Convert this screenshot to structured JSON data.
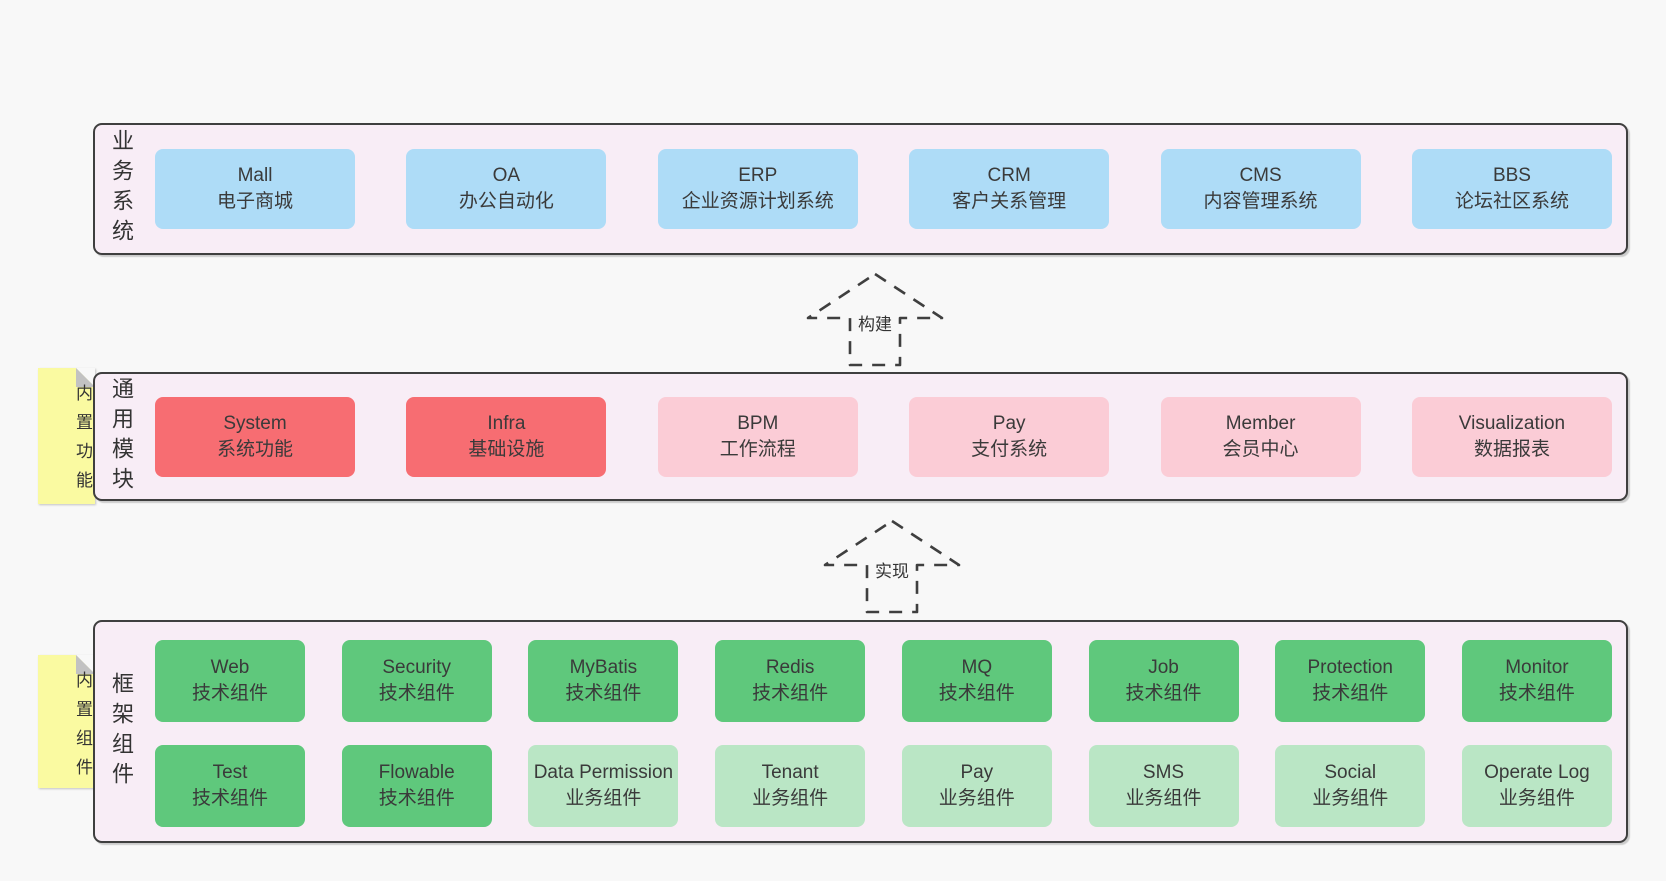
{
  "colors": {
    "page_bg": "#f8f8f8",
    "panel_bg": "#f8edf6",
    "panel_border": "#3f3f3f",
    "box_text": "#3a3a3a",
    "blue": "#aedcf7",
    "red": "#f76d72",
    "pink": "#fbccd6",
    "green": "#5fc87c",
    "light_green": "#bae6c5",
    "sticky_yellow": "#fafaa1",
    "sticky_fold": "#c2c2c2",
    "arrow": "#3f3f3f"
  },
  "arrows": [
    {
      "label": "构建"
    },
    {
      "label": "实现"
    }
  ],
  "sections": [
    {
      "label": "业务系统",
      "boxes": [
        {
          "en": "Mall",
          "zh": "电子商城"
        },
        {
          "en": "OA",
          "zh": "办公自动化"
        },
        {
          "en": "ERP",
          "zh": "企业资源计划系统"
        },
        {
          "en": "CRM",
          "zh": "客户关系管理"
        },
        {
          "en": "CMS",
          "zh": "内容管理系统"
        },
        {
          "en": "BBS",
          "zh": "论坛社区系统"
        }
      ]
    },
    {
      "label": "通用模块",
      "sticky": "内置功能",
      "boxes": [
        {
          "en": "System",
          "zh": "系统功能"
        },
        {
          "en": "Infra",
          "zh": "基础设施"
        },
        {
          "en": "BPM",
          "zh": "工作流程"
        },
        {
          "en": "Pay",
          "zh": "支付系统"
        },
        {
          "en": "Member",
          "zh": "会员中心"
        },
        {
          "en": "Visualization",
          "zh": "数据报表"
        }
      ]
    },
    {
      "label": "框架组件",
      "sticky": "内置组件",
      "rows": [
        [
          {
            "en": "Web",
            "zh": "技术组件"
          },
          {
            "en": "Security",
            "zh": "技术组件"
          },
          {
            "en": "MyBatis",
            "zh": "技术组件"
          },
          {
            "en": "Redis",
            "zh": "技术组件"
          },
          {
            "en": "MQ",
            "zh": "技术组件"
          },
          {
            "en": "Job",
            "zh": "技术组件"
          },
          {
            "en": "Protection",
            "zh": "技术组件"
          },
          {
            "en": "Monitor",
            "zh": "技术组件"
          }
        ],
        [
          {
            "en": "Test",
            "zh": "技术组件"
          },
          {
            "en": "Flowable",
            "zh": "技术组件"
          },
          {
            "en": "Data Permission",
            "zh": "业务组件"
          },
          {
            "en": "Tenant",
            "zh": "业务组件"
          },
          {
            "en": "Pay",
            "zh": "业务组件"
          },
          {
            "en": "SMS",
            "zh": "业务组件"
          },
          {
            "en": "Social",
            "zh": "业务组件"
          },
          {
            "en": "Operate Log",
            "zh": "业务组件"
          }
        ]
      ]
    }
  ]
}
